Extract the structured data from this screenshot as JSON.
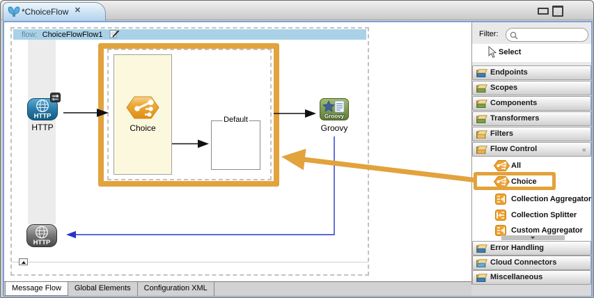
{
  "window": {
    "tab_title": "*ChoiceFlow",
    "app_icon": "mule-icon",
    "close_icon": "close-icon",
    "minimize_icon": "minimize-icon",
    "maximize_icon": "maximize-icon"
  },
  "flow": {
    "header_prefix": "flow:",
    "header_name": "ChoiceFlowFlow1",
    "edit_icon": "edit-icon",
    "nodes": {
      "http_in": {
        "label": "HTTP",
        "icon": "http-endpoint-icon",
        "badge_icon": "two-way-exchange-icon"
      },
      "choice": {
        "label": "Choice",
        "icon": "choice-icon"
      },
      "default_box": {
        "label": "Default"
      },
      "groovy": {
        "label": "Groovy",
        "icon": "groovy-script-icon"
      },
      "http_response": {
        "icon": "http-endpoint-gray-icon"
      }
    }
  },
  "palette": {
    "filter_label": "Filter:",
    "search_icon": "search-icon",
    "search_value": "",
    "select_label": "Select",
    "select_icon": "cursor-icon",
    "categories": [
      {
        "label": "Endpoints",
        "icon": "folder-icon",
        "content_color": "#3b7fb5"
      },
      {
        "label": "Scopes",
        "icon": "folder-icon",
        "content_color": "#7aa04a"
      },
      {
        "label": "Components",
        "icon": "folder-icon",
        "content_color": "#7aa04a"
      },
      {
        "label": "Transformers",
        "icon": "folder-icon",
        "content_color": "#7aa04a"
      },
      {
        "label": "Filters",
        "icon": "folder-icon",
        "content_color": "#e8c25a"
      },
      {
        "label": "Flow Control",
        "icon": "folder-open-icon",
        "content_color": "#eab148",
        "expanded": true,
        "pin_icon": "pin-icon"
      },
      {
        "label": "Error Handling",
        "icon": "folder-icon",
        "content_color": "#3b7fb5"
      },
      {
        "label": "Cloud Connectors",
        "icon": "folder-icon",
        "content_color": "#62aed6"
      },
      {
        "label": "Miscellaneous",
        "icon": "folder-icon",
        "content_color": "#3b7fb5"
      }
    ],
    "flow_control_items": [
      {
        "label": "All",
        "icon": "all-router-icon"
      },
      {
        "label": "Choice",
        "icon": "choice-router-icon",
        "highlighted": true
      },
      {
        "label": "Collection Aggregator",
        "icon": "collection-aggregator-icon"
      },
      {
        "label": "Collection Splitter",
        "icon": "collection-splitter-icon"
      },
      {
        "label": "Custom Aggregator",
        "icon": "custom-aggregator-icon"
      }
    ]
  },
  "bottom_tabs": [
    {
      "label": "Message Flow",
      "active": true
    },
    {
      "label": "Global Elements",
      "active": false
    },
    {
      "label": "Configuration XML",
      "active": false
    }
  ],
  "colors": {
    "highlight_orange": "#E2A23C",
    "editor_border_blue": "#7BA1D7",
    "flow_header_blue": "#A9D2E8",
    "feedback_line_blue": "#2636C8"
  }
}
